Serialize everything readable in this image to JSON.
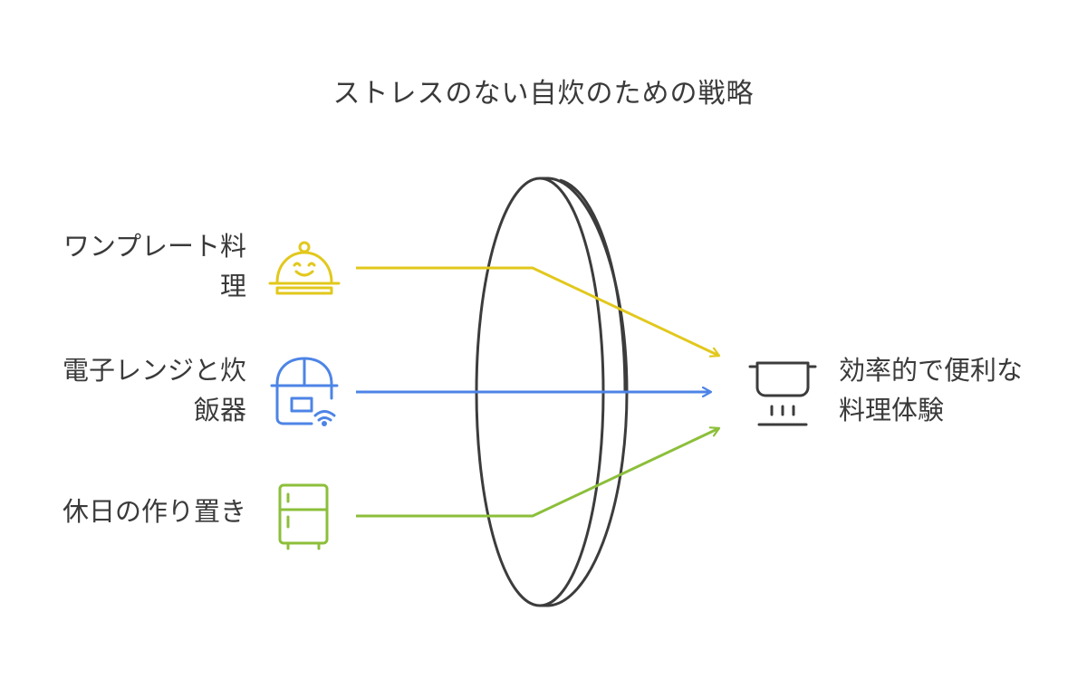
{
  "title": "ストレスのない自炊のための戦略",
  "inputs": [
    {
      "label": "ワンプレート料\n理",
      "icon": "covered-dish-icon",
      "color": "#e2c81c"
    },
    {
      "label": "電子レンジと炊\n飯器",
      "icon": "rice-cooker-icon",
      "color": "#4d84e6"
    },
    {
      "label": "休日の作り置き",
      "icon": "refrigerator-icon",
      "color": "#8cbf3a"
    }
  ],
  "lens": {
    "icon": "lens-icon",
    "color": "#3c3c3c"
  },
  "output": {
    "label": "効率的で便利な\n料理体験",
    "icon": "cooking-pot-icon",
    "color": "#3c3c3c"
  }
}
